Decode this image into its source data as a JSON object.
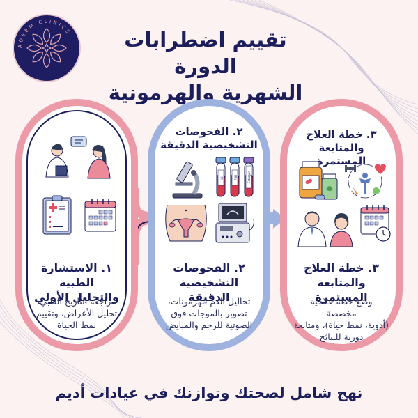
{
  "brand": {
    "logo_text": "ADEEM CLINICS",
    "logo_colors": {
      "background": "#1f1d62",
      "petal": "#e6a9b3"
    }
  },
  "header": {
    "title_line1": "تقييم اضطرابات الدورة",
    "title_line2": "الشهرية والهرمونية"
  },
  "colors": {
    "navy": "#1b1e5a",
    "pink": "#ec9aa7",
    "blue": "#9db2de",
    "background": "#fbf2f1"
  },
  "steps": [
    {
      "number": "١",
      "heading_line1": "١. الاستشارة الطبية",
      "heading_line2": "والتحليل الأولي",
      "description_line1": "مراجعة التاريخ الطبي،",
      "description_line2": "تحليل الأعراض، وتقييم",
      "description_line3": "نمط الحياة",
      "icons": [
        "doctor-patient-consultation-icon",
        "medical-clipboard-icon",
        "calendar-icon"
      ]
    },
    {
      "number": "٢",
      "top_heading_line1": "٢. الفحوصات",
      "top_heading_line2": "التشخيصية الدقيقة",
      "heading_line1": "٢. الفحوصات",
      "heading_line2": "التشخيصية الدقيقة",
      "description_line1": "تحاليل الدم للهرمونات،",
      "description_line2": "تصوير بالموجات فوق",
      "description_line3": "الصوتية للرحم والمبايض",
      "tube_labels": [
        "LH",
        "FSH",
        "Estrogen"
      ],
      "icons": [
        "microscope-icon",
        "blood-test-tubes-icon",
        "uterus-ovaries-icon",
        "ultrasound-machine-icon"
      ]
    },
    {
      "number": "٣",
      "top_heading_line1": "٣. خطة العلاج",
      "top_heading_line2": "والمتابعة المستمرة",
      "heading_line1": "٣. خطة العلاج",
      "heading_line2": "والمتابعة المستمرة",
      "description_line1": "وضع خطة علاجية مخصصة",
      "description_line2": "(أدوية، نمط حياة)، ومتابعة",
      "description_line3": "دورية للنتائج",
      "icons": [
        "medication-bottles-icon",
        "healthy-lifestyle-icon",
        "doctor-patient-icon",
        "calendar-clock-icon"
      ]
    }
  ],
  "footer": {
    "tagline": "نهج شامل لصحتك وتوازنك في عيادات أديم"
  }
}
